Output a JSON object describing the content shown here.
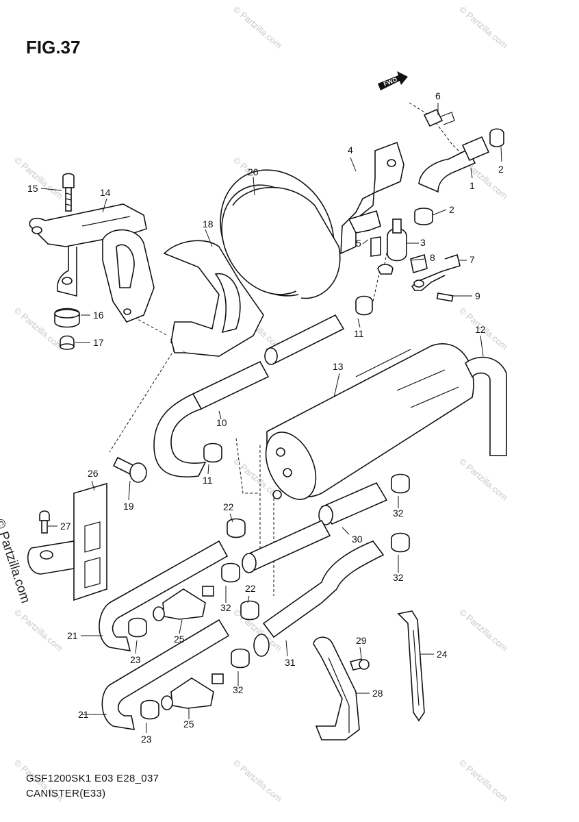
{
  "figure": {
    "title": "FIG.37",
    "model_code": "GSF1200SK1 E03 E28_037",
    "section_name": "CANISTER(E33)",
    "direction_label": "FWD",
    "watermark": "© Partzilla.com"
  },
  "callouts": [
    "1",
    "2",
    "2",
    "3",
    "4",
    "5",
    "6",
    "7",
    "8",
    "9",
    "10",
    "11",
    "11",
    "12",
    "13",
    "14",
    "15",
    "16",
    "17",
    "18",
    "19",
    "20",
    "21",
    "21",
    "22",
    "22",
    "23",
    "23",
    "24",
    "25",
    "25",
    "26",
    "27",
    "28",
    "29",
    "30",
    "31",
    "32",
    "32",
    "32",
    "32"
  ]
}
